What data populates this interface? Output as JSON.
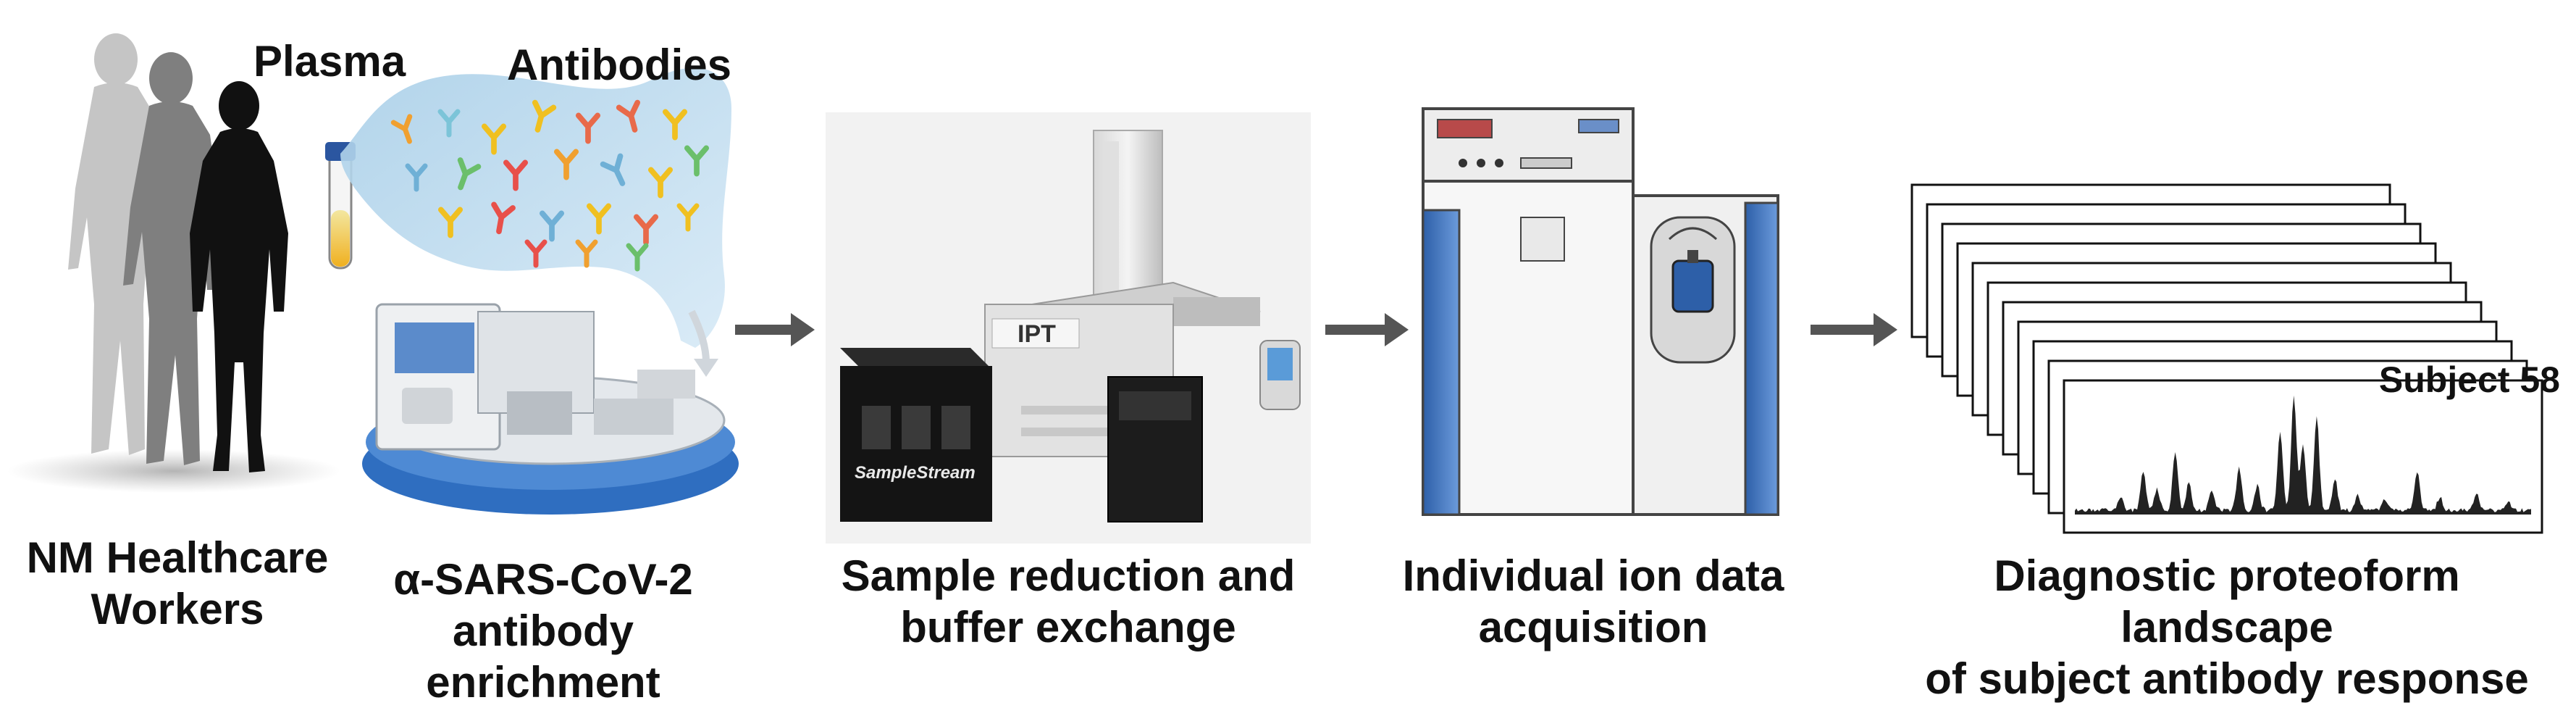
{
  "labels": {
    "plasma": "Plasma",
    "antibodies": "Antibodies",
    "workers_line1": "NM Healthcare",
    "workers_line2": "Workers",
    "enrichment_line1": "α-SARS-CoV-2",
    "enrichment_line2": "antibody enrichment",
    "reduction_line1": "Sample reduction and",
    "reduction_line2": "buffer exchange",
    "acquisition_line1": "Individual ion data",
    "acquisition_line2": "acquisition",
    "landscape_line1": "Diagnostic proteoform landscape",
    "landscape_line2": "of subject antibody response",
    "subject": "Subject 58"
  },
  "logos": {
    "ipt": "IPT",
    "samplestream": "SampleStream"
  },
  "colors": {
    "silhouette_light": "#c4c4c4",
    "silhouette_mid": "#808080",
    "silhouette_dark": "#111111",
    "cloud": "#b9d8ec",
    "instrument_blue": "#3a78c3",
    "arrow": "#555555",
    "spectrum": "#222222"
  }
}
